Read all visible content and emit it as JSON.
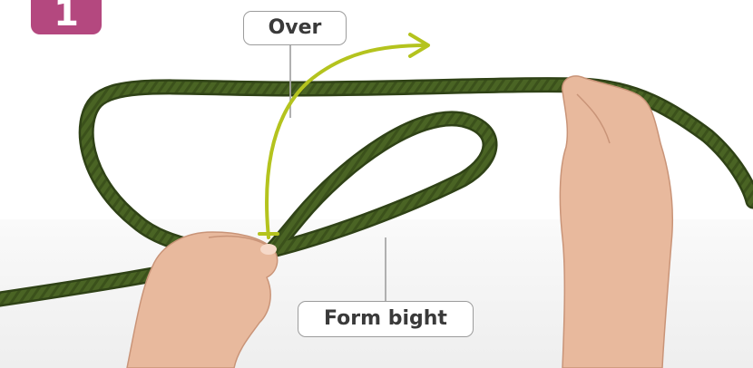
{
  "step": {
    "number": "1"
  },
  "callouts": {
    "over": "Over",
    "form_bight": "Form bight"
  },
  "colors": {
    "badge": "#b4487f",
    "rope": "#4a6424",
    "arrow": "#b4c31e",
    "leader": "#a8a8a8"
  },
  "icons": {
    "arrow": "curved-arrow-icon"
  }
}
